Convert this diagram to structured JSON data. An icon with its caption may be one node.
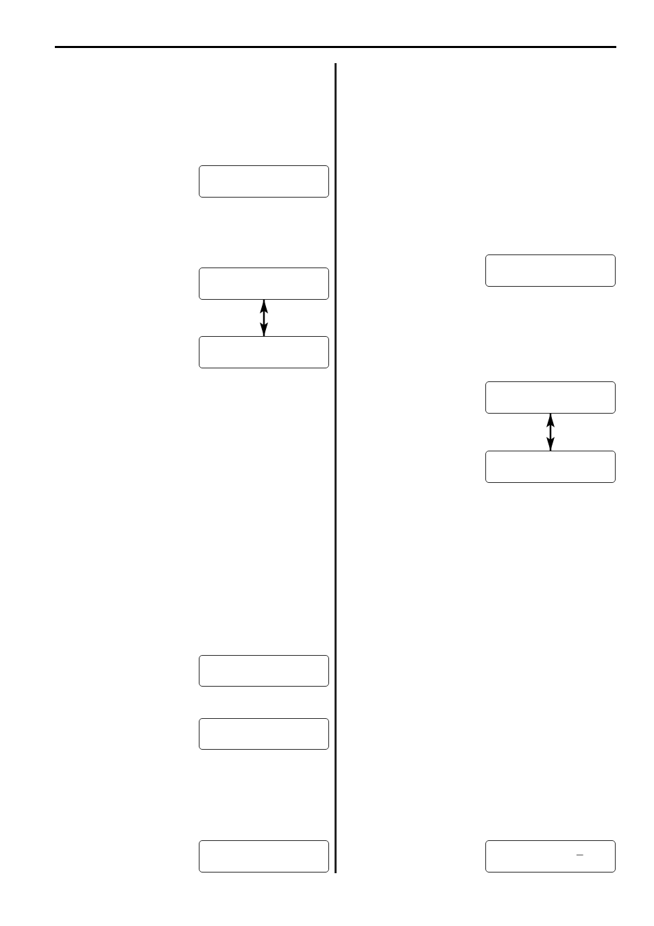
{
  "diagram": {
    "nodes": [
      {
        "text": [],
        "shape": "box"
      },
      {
        "text": [],
        "shape": "box"
      },
      {
        "text": [],
        "shape": "box"
      },
      {
        "text": [],
        "shape": "box"
      },
      {
        "text": [],
        "shape": "box"
      },
      {
        "text": [],
        "shape": "box"
      },
      {
        "text": [],
        "shape": "box"
      },
      {
        "text": [],
        "shape": "box"
      },
      {
        "text": [],
        "shape": "box"
      },
      {
        "text": [
          "_"
        ]
      }
    ],
    "edges": [
      {
        "from": 1,
        "to": 2,
        "arrow": "both"
      },
      {
        "from": 7,
        "to": 8,
        "arrow": "both"
      }
    ]
  }
}
